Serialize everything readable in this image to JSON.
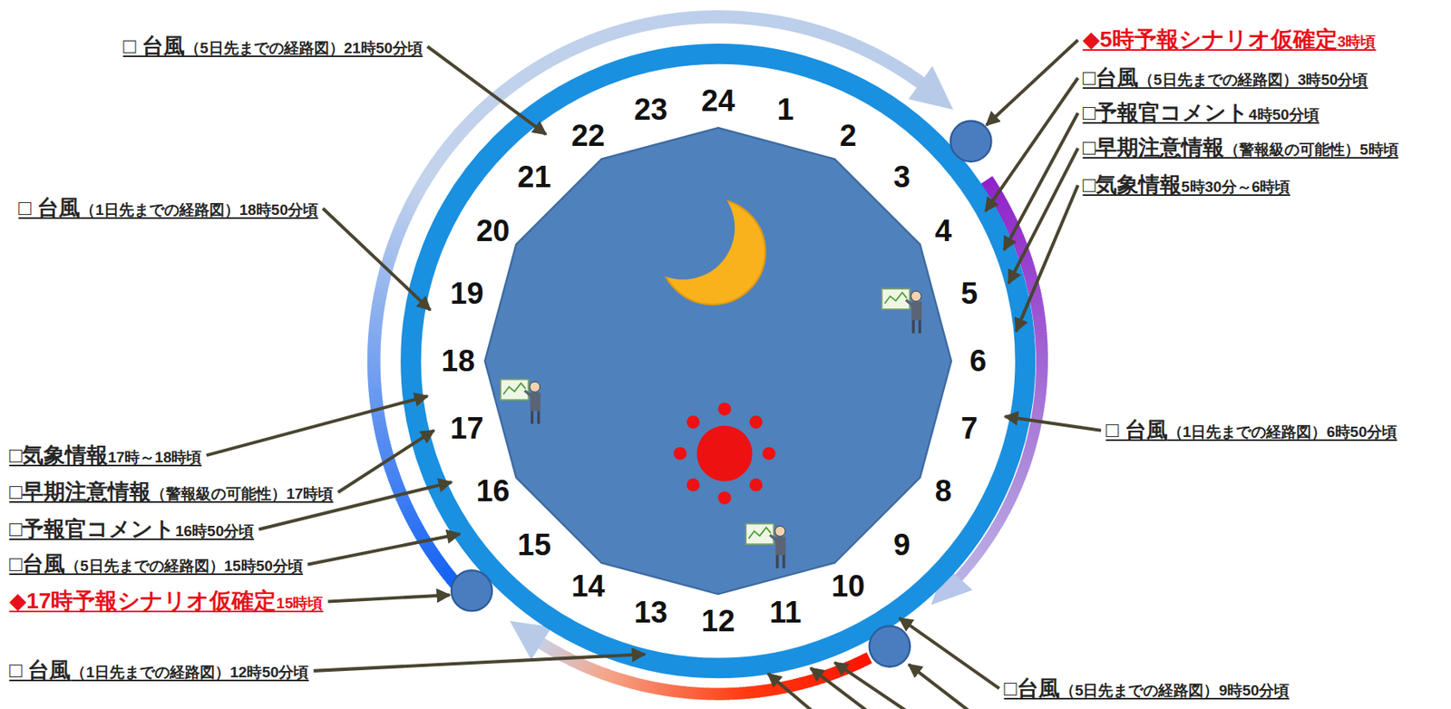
{
  "diagram": {
    "labels": [
      "24",
      "1",
      "2",
      "3",
      "4",
      "5",
      "6",
      "7",
      "8",
      "9",
      "10",
      "11",
      "12",
      "13",
      "14",
      "15",
      "16",
      "17",
      "18",
      "19",
      "20",
      "21",
      "22",
      "23",
      "□ 台風",
      "（5日先までの経路図）21時50分頃",
      "□ 台風",
      "（1日先までの経路図）18時50分頃",
      "□気象情報",
      "17時～18時頃",
      "□早期注意情報",
      "（警報級の可能性）17時頃",
      "□予報官コメント",
      "16時50分頃",
      "□台風",
      "（5日先までの経路図）15時50分頃",
      "◆17時予報シナリオ仮確定",
      "15時頃",
      "□ 台風",
      "（1日先までの経路図）12時50分頃",
      "◆5時予報シナリオ仮確定",
      "3時頃",
      "□台風",
      "（5日先までの経路図）3時50分頃",
      "□予報官コメント",
      "4時50分頃",
      "□早期注意情報",
      "（警報級の可能性）5時頃",
      "□気象情報",
      "5時30分～6時頃",
      "□ 台風",
      "（1日先までの経路図）6時50分頃",
      "□台風",
      "（5日先までの経路図）9時50分頃"
    ]
  }
}
